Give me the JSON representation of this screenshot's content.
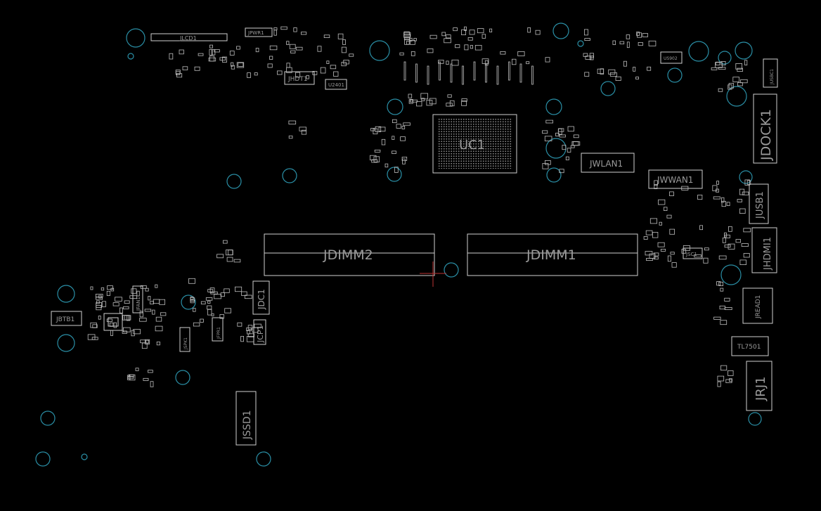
{
  "board": {
    "background": "#000000",
    "outline_color": "#cfcfcf",
    "hole_color": "#2a8fa6",
    "label_color": "#9a9a9a"
  },
  "labels": {
    "jlcd1": "JLCD1",
    "jpwr1": "JPWR1",
    "jhdt1": "JHDT1",
    "u2401": "U2401",
    "us902": "US902",
    "jusbc": "JUSBC1",
    "jdock1": "JDOCK1",
    "uc1": "UC1",
    "jwlan1": "JWLAN1",
    "jwwan1": "JWWAN1",
    "jusb1": "JUSB1",
    "jhdmi1": "JHDMI1",
    "jsc1": "JSC1",
    "jdimm2": "JDIMM2",
    "jdimm1": "JDIMM1",
    "jdc1": "JDC1",
    "jcp1": "JCP1",
    "jfan1": "JFAN1",
    "jbtb1": "JBTB1",
    "jspk1": "JSPK1",
    "jfpr1": "JFPR1",
    "jssd1": "JSSD1",
    "jread1": "JREAD1",
    "tl7501": "TL7501",
    "jrj1": "JRJ1"
  }
}
